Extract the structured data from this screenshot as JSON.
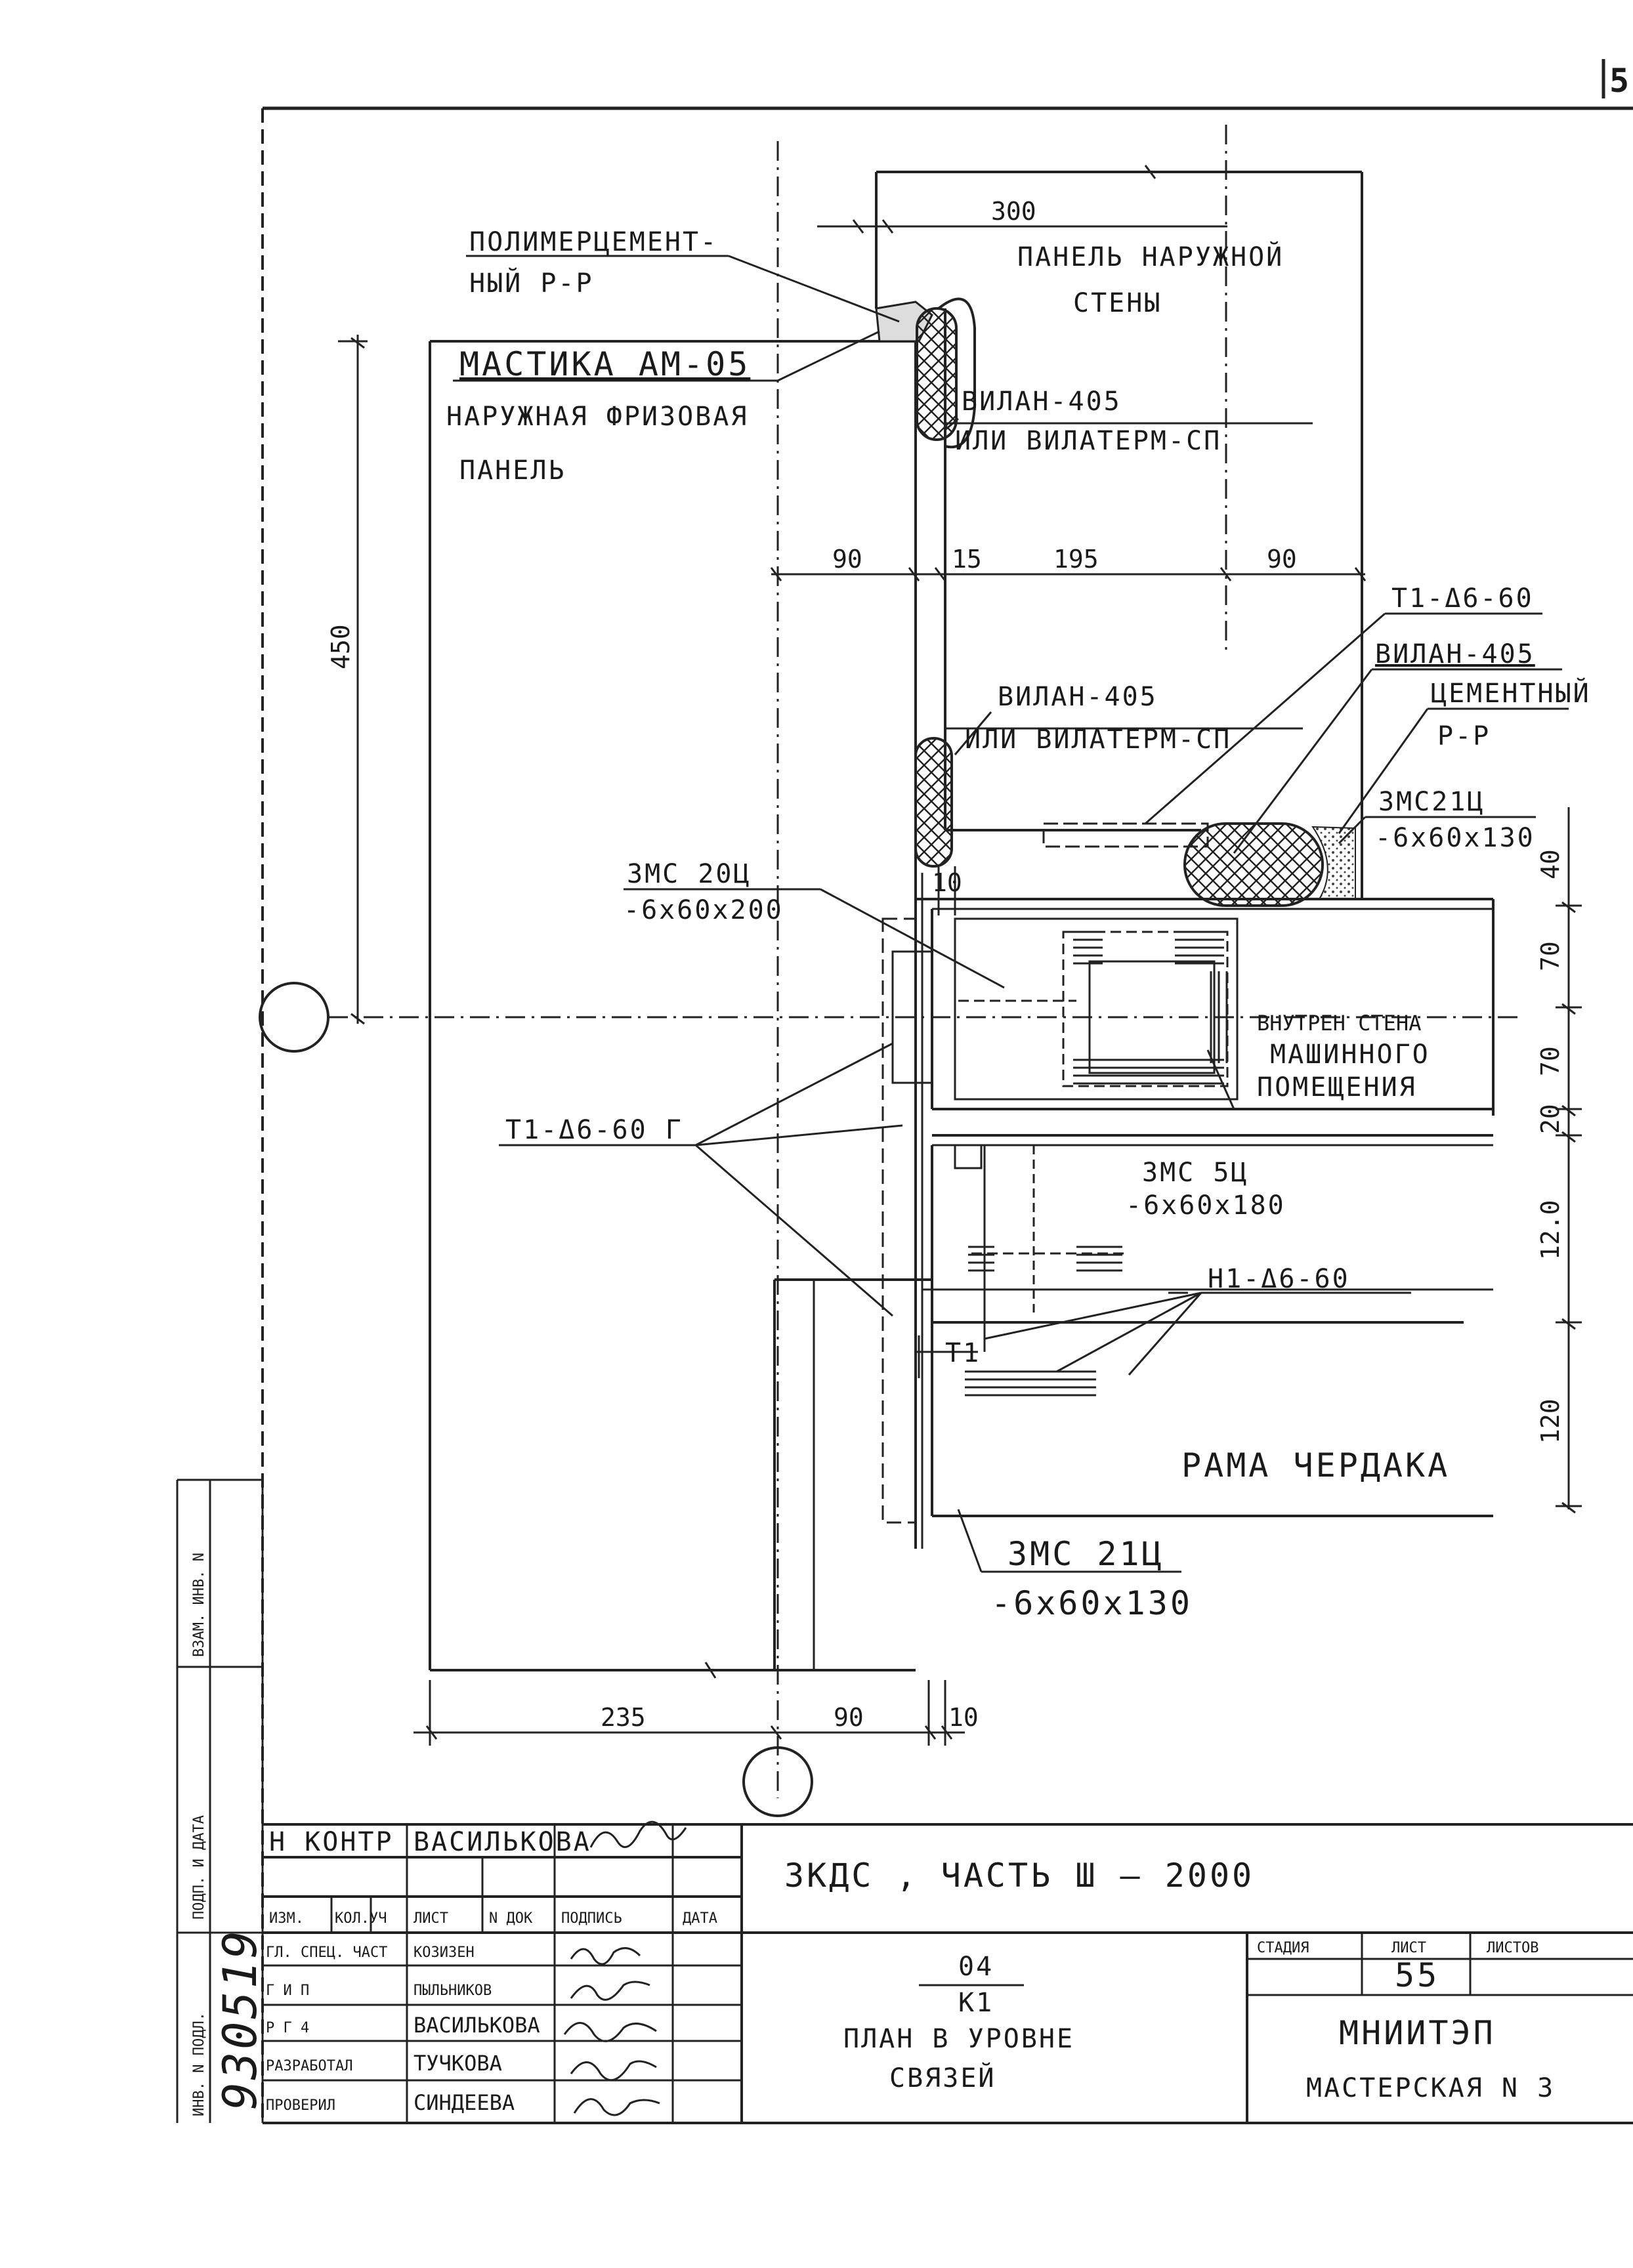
{
  "sheet_corner_number": "5",
  "labels": {
    "polymer_mortar": [
      "ПОЛИМЕРЦЕМЕНТ-",
      "НЫЙ  Р-Р"
    ],
    "mastic": "МАСТИКА АМ-05",
    "frieze_panel": [
      "НАРУЖНАЯ ФРИЗОВАЯ",
      "ПАНЕЛЬ"
    ],
    "outer_wall_panel": [
      "ПАНЕЛЬ НАРУЖНОЙ",
      "СТЕНЫ"
    ],
    "vilaton_upper": [
      "ВИЛАН-405",
      "ИЛИ ВИЛАТЕРМ-СП"
    ],
    "vilaton_mid": [
      "ВИЛАН-405",
      "ИЛИ ВИЛАТЕРМ-СП"
    ],
    "t1_b6_60_right": "Т1-Δ6-60",
    "vilan_405_right": "ВИЛАН-405",
    "cement_mortar": [
      "ЦЕМЕНТНЫЙ",
      "Р-Р"
    ],
    "zmc21c_top": [
      "ЗМС21Ц",
      "-6х60х130"
    ],
    "zmc20c": [
      "ЗМС 20Ц",
      "-6х60х200"
    ],
    "inner_wall": [
      "ВНУТРЕН СТЕНА",
      "МАШИННОГО",
      "ПОМЕЩЕНИЯ"
    ],
    "t1_b6_60_left": "Т1-Δ6-60 Г",
    "zmc5c": [
      "ЗМС 5Ц",
      "-6х60х180"
    ],
    "h1_b6_60": "Н1-Δ6-60",
    "t1_small": "Т1",
    "attic_frame": "РАМА  ЧЕРДАКА",
    "zmc21c_bottom": [
      "ЗМС 21Ц",
      "-6х60х130"
    ]
  },
  "dimensions": {
    "d300": "300",
    "d450": "450",
    "d90_a": "90",
    "d15": "15",
    "d195": "195",
    "d90_b": "90",
    "d10_a": "10",
    "d40": "40",
    "d70_a": "70",
    "d70_b": "70",
    "d20": "20",
    "d120_a": "12.0",
    "d120_b": "120",
    "d235": "235",
    "d90_c": "90",
    "d10_b": "10"
  },
  "stamp": {
    "n_kontr_label": "Н КОНТР",
    "n_kontr_name": "ВАСИЛЬКОВА",
    "project_title": "ЗКДС ,  ЧАСТЬ Ш – 2000",
    "col_headers": [
      "ИЗМ.",
      "КОЛ.УЧ",
      "ЛИСТ",
      "N ДОК",
      "ПОДПИСЬ",
      "ДАТА"
    ],
    "rows": [
      {
        "role": "ГЛ. СПЕЦ. ЧАСТ",
        "name": "КОЗИЗЕН"
      },
      {
        "role": "Г И П",
        "name": "ПЫЛЬНИКОВ"
      },
      {
        "role": "Р Г 4",
        "name": "ВАСИЛЬКОВА"
      },
      {
        "role": "РАЗРАБОТАЛ",
        "name": "ТУЧКОВА"
      },
      {
        "role": "ПРОВЕРИЛ",
        "name": "СИНДЕЕВА"
      }
    ],
    "code_top": "04",
    "code_bottom": "К1",
    "sheet_title": [
      "ПЛАН  В  УРОВНЕ",
      "СВЯЗЕЙ"
    ],
    "stage_label": "СТАДИЯ",
    "sheet_label": "ЛИСТ",
    "sheets_label": "ЛИСТОВ",
    "sheet_number": "55",
    "org": "МНИИТЭП",
    "workshop": "МАСТЕРСКАЯ  N 3"
  },
  "side_strip": {
    "archive_number": "930519",
    "fields": [
      "ИНВ. N ПОДЛ.",
      "ПОДП. И ДАТА",
      "ВЗАМ. ИНВ. N"
    ]
  }
}
